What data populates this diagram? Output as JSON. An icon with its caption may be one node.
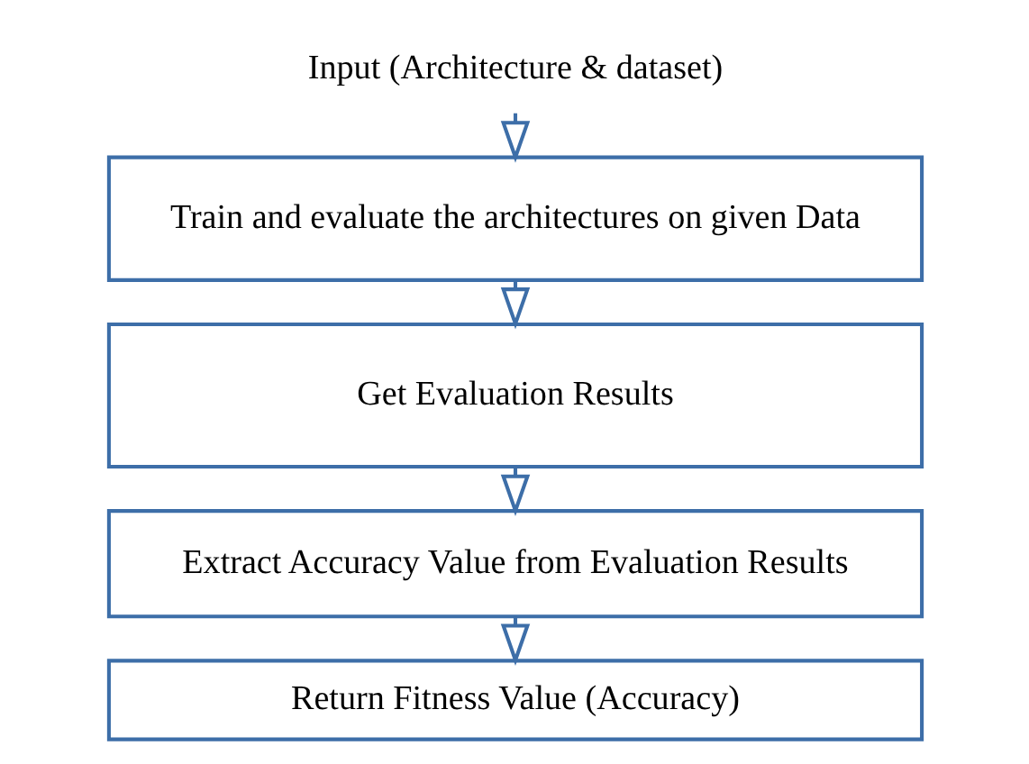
{
  "diagram": {
    "nodes": [
      {
        "text": [
          "Input (Architecture & dataset)"
        ]
      },
      {
        "text": [
          "Train and evaluate the architectures on given Data"
        ]
      },
      {
        "text": [
          "Get Evaluation Results"
        ]
      },
      {
        "text": [
          "Extract Accuracy Value from Evaluation Results"
        ]
      },
      {
        "text": [
          "Return Fitness Value (Accuracy)"
        ]
      }
    ],
    "edges": [
      {
        "from": 0,
        "to": 1,
        "arrow": "to"
      },
      {
        "from": 1,
        "to": 2,
        "arrow": "to"
      },
      {
        "from": 2,
        "to": 3,
        "arrow": "to"
      },
      {
        "from": 3,
        "to": 4,
        "arrow": "to"
      }
    ]
  }
}
